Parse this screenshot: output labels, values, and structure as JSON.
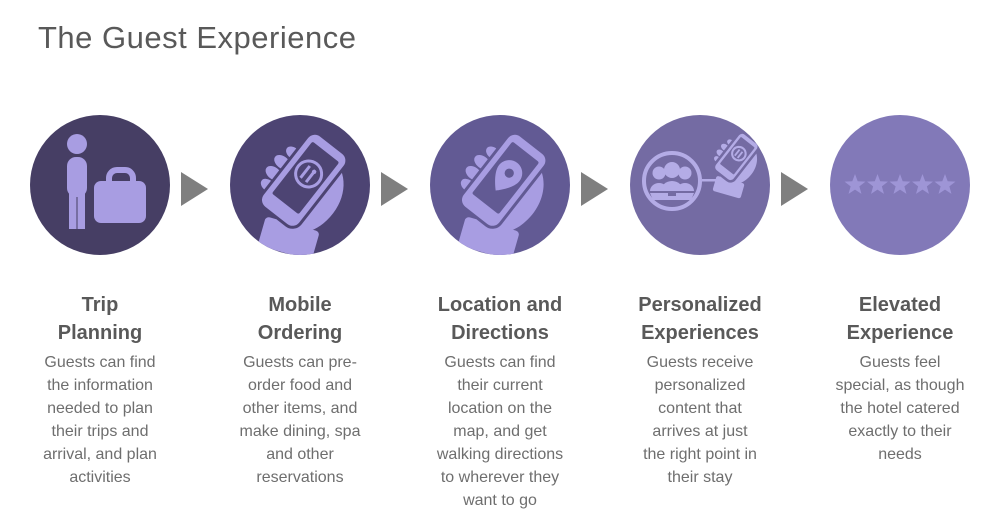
{
  "title": "The Guest Experience",
  "colors": {
    "page_background": "#ffffff",
    "title_text": "#595959",
    "heading_text": "#595959",
    "body_text": "#6e6e6e",
    "arrow": "#7f7f7f"
  },
  "steps": [
    {
      "icon": "traveler-suitcase-icon",
      "circle_color": "#463e64",
      "icon_color": "#a89de2",
      "heading": "Trip\nPlanning",
      "description": "Guests can find\nthe information\nneeded to plan\ntheir trips and\narrival, and plan\nactivities"
    },
    {
      "icon": "hand-phone-dining-icon",
      "circle_color": "#4d4473",
      "icon_color": "#a89de2",
      "heading": "Mobile\nOrdering",
      "description": "Guests can pre-\norder food and\nother items, and\nmake dining, spa\nand other\nreservations"
    },
    {
      "icon": "hand-phone-location-icon",
      "circle_color": "#625a94",
      "icon_color": "#a89de2",
      "heading": "Location and\nDirections",
      "description": "Guests can find\ntheir current\nlocation on the\nmap, and get\nwalking directions\nto wherever they\nwant to go"
    },
    {
      "icon": "people-group-phone-icon",
      "circle_color": "#746ba3",
      "icon_color": "#b4ace6",
      "heading": "Personalized\nExperiences",
      "description": "Guests receive\npersonalized\ncontent that\narrives at just\nthe right point in\ntheir stay"
    },
    {
      "icon": "five-stars-icon",
      "circle_color": "#8279b8",
      "icon_color": "#9e95d6",
      "heading": "Elevated\nExperience",
      "description": "Guests feel\nspecial, as though\nthe hotel catered\nexactly to their\nneeds"
    }
  ]
}
